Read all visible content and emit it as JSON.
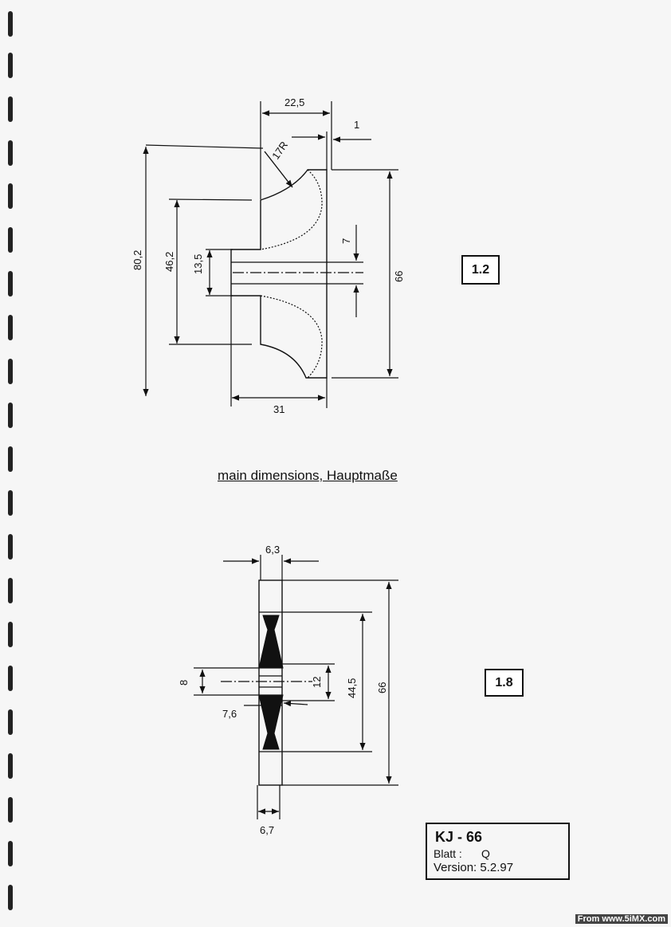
{
  "diagram_top": {
    "part_number": "1.2",
    "dimensions": {
      "width_hub": "22,5",
      "gap": "1",
      "radius": "17R",
      "outer_height": "80,2",
      "inner_height": "46,2",
      "bore_height": "13,5",
      "shaft": "7",
      "right_height": "66",
      "total_width": "31"
    }
  },
  "caption": "main dimensions, Hauptmaße",
  "diagram_bottom": {
    "part_number": "1.8",
    "dimensions": {
      "top_width": "6,3",
      "bore_left": "8",
      "bore_right": "12",
      "inner_height": "44,5",
      "outer_height": "66",
      "hub_width": "7,6",
      "bottom_width": "6,7"
    }
  },
  "title_block": {
    "title": "KJ - 66",
    "blatt_label": "Blatt :",
    "blatt_value": "Q",
    "version": "Version: 5.2.97"
  },
  "watermark": "From www.5iMX.com",
  "colors": {
    "line": "#111111",
    "paper": "#f6f6f6"
  }
}
